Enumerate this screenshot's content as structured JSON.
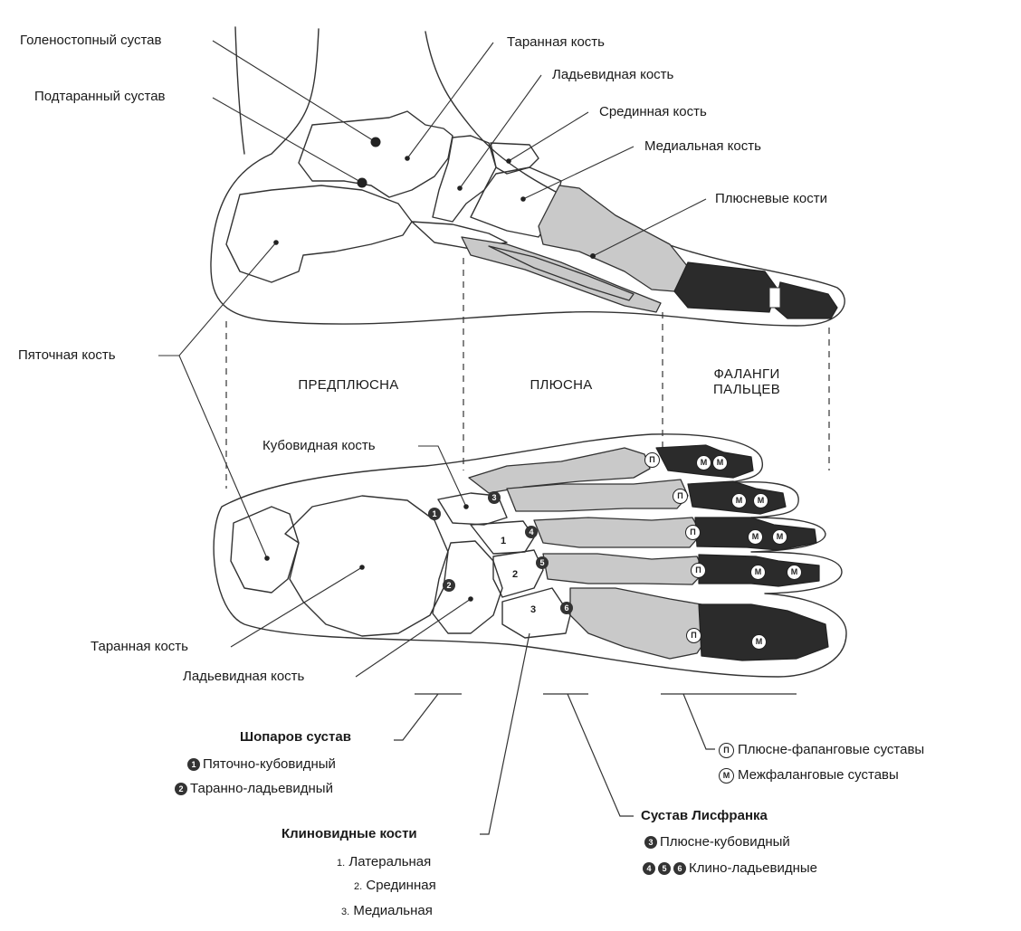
{
  "side_view_labels": {
    "ankle_joint": "Голеностопный сустав",
    "subtalar_joint": "Подтаранный сустав",
    "talus": "Таранная кость",
    "navicular": "Ладьевидная кость",
    "middle_cuneiform": "Срединная кость",
    "medial_cuneiform": "Медиальная кость",
    "metatarsals": "Плюсневые кости",
    "calcaneus": "Пяточная кость"
  },
  "sections": {
    "tarsus": "ПРЕДПЛЮСНА",
    "metatarsus": "ПЛЮСНА",
    "phalanges_line1": "ФАЛАНГИ",
    "phalanges_line2": "ПАЛЬЦЕВ"
  },
  "top_view_labels": {
    "cuboid": "Кубовидная кость",
    "talus": "Таранная кость",
    "navicular": "Ладьевидная кость",
    "cuneiform_numbers": [
      "1",
      "2",
      "3"
    ],
    "joint_numbers": [
      "1",
      "2",
      "3",
      "4",
      "5",
      "6"
    ],
    "mtp_letter": "П",
    "ip_letter": "М"
  },
  "legend": {
    "chopart": {
      "title": "Шопаров сустав",
      "items": [
        {
          "badge": "1",
          "text": "Пяточно-кубовидный"
        },
        {
          "badge": "2",
          "text": "Таранно-ладьевидный"
        }
      ]
    },
    "cuneiforms": {
      "title": "Клиновидные кости",
      "items": [
        {
          "num": "1.",
          "text": "Латеральная"
        },
        {
          "num": "2.",
          "text": "Срединная"
        },
        {
          "num": "3.",
          "text": "Медиальная"
        }
      ]
    },
    "lisfranc": {
      "title": "Сустав Лисфранка",
      "items": [
        {
          "badges": [
            "3"
          ],
          "text": "Плюсне-кубовидный"
        },
        {
          "badges": [
            "4",
            "5",
            "6"
          ],
          "text": "Клино-ладьевидные"
        }
      ]
    },
    "toe_joints": {
      "items": [
        {
          "badge": "П",
          "text": "Плюсне-фапанговые суставы"
        },
        {
          "badge": "М",
          "text": "Межфаланговые суставы"
        }
      ]
    }
  },
  "colors": {
    "metatarsal_fill": "#c9c9c9",
    "phalanx_fill": "#2b2b2b",
    "outline": "#333333"
  }
}
